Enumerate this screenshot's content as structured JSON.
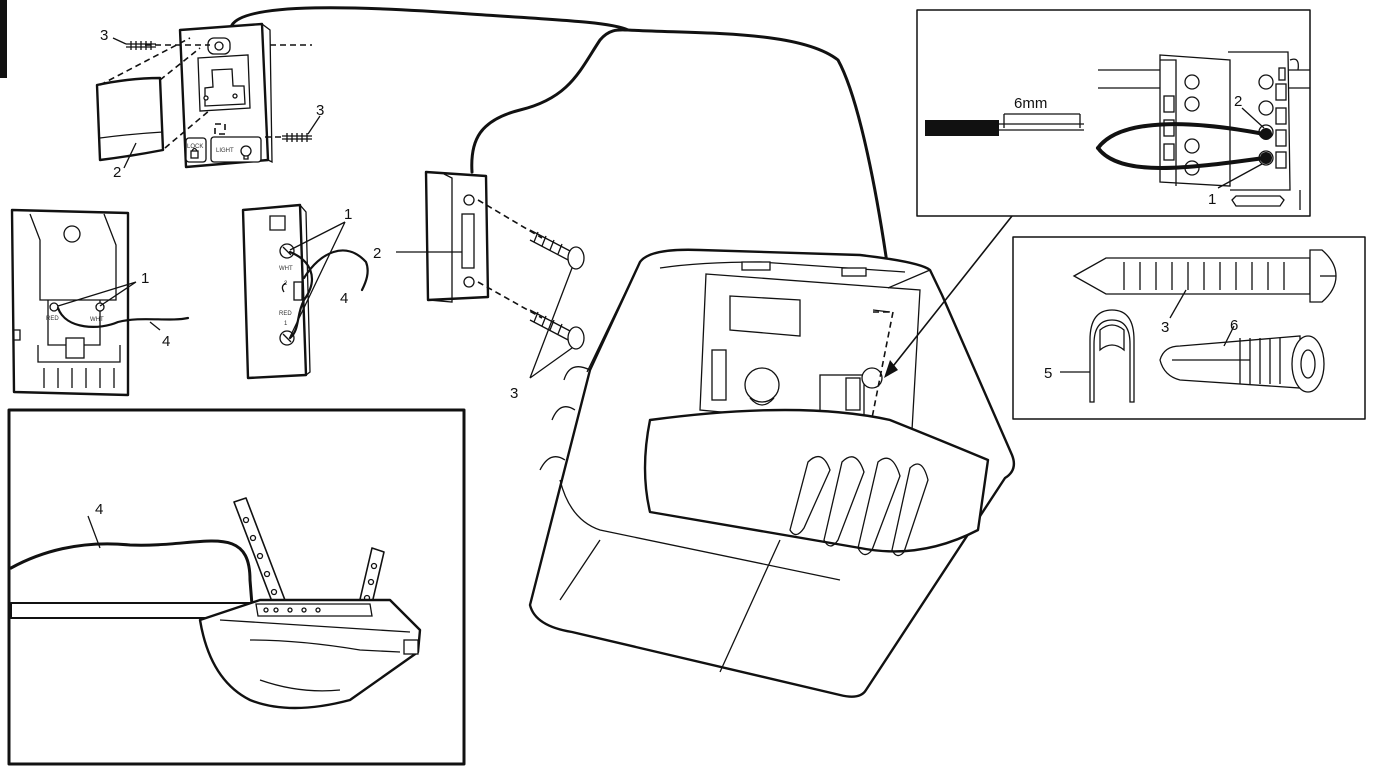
{
  "labels": {
    "top_panel": {
      "screw_left": "3",
      "screw_right": "3",
      "cover": "2"
    },
    "wall_bracket": {
      "terminal": "1",
      "wire": "4"
    },
    "control_side": {
      "terminal": "1",
      "wire": "4"
    },
    "push_button": {
      "button": "2",
      "screws": "3"
    },
    "inset_terminal": {
      "strip_length": "6mm",
      "terminal_top": "2",
      "terminal_bottom": "1"
    },
    "hardware_inset": {
      "screw": "3",
      "staple": "5",
      "anchor": "6"
    },
    "ceiling_inset": {
      "wire": "4"
    }
  },
  "imprint": {
    "wall_red": "RED",
    "wall_wht": "WHT",
    "side_wht": "WHT",
    "side_red": "RED",
    "side_one": "1",
    "side_two": "2",
    "panel_lock": "LOCK",
    "panel_light": "LIGHT"
  },
  "colors": {
    "line": "#111111",
    "background": "#ffffff"
  }
}
